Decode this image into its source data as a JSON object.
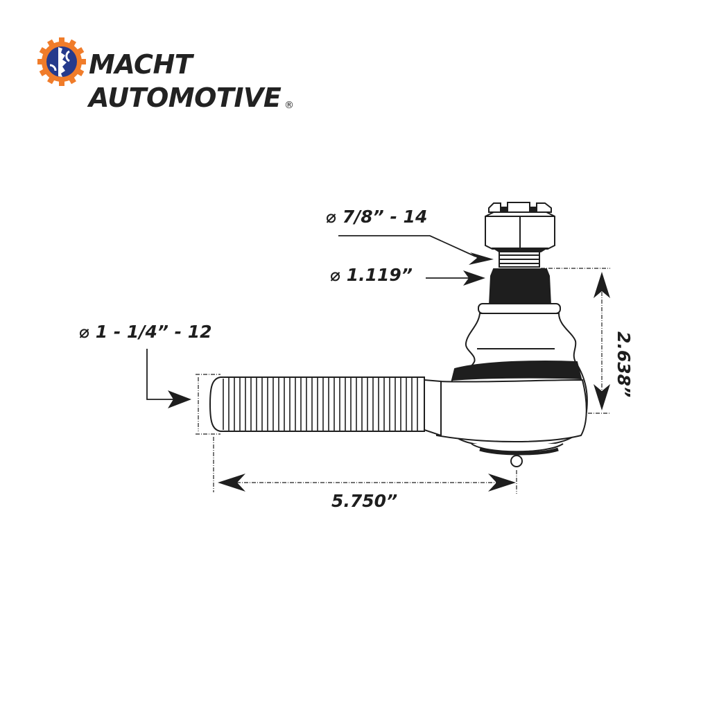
{
  "brand": {
    "name_line1": "MACHT",
    "name_line2": "AUTOMOTIVE",
    "registered_mark": "®",
    "colors": {
      "gear_outer": "#f07c2a",
      "gear_inner": "#253a8c",
      "text": "#222222"
    }
  },
  "diagram": {
    "subject": "tie rod end",
    "dimensions": {
      "stud_thread": "⌀ 7/8” - 14",
      "taper_diameter": "⌀ 1.119”",
      "shank_thread": "⌀ 1 - 1/4” - 12",
      "height": "2.638”",
      "length": "5.750”"
    },
    "line_color": "#1e1e1e"
  }
}
